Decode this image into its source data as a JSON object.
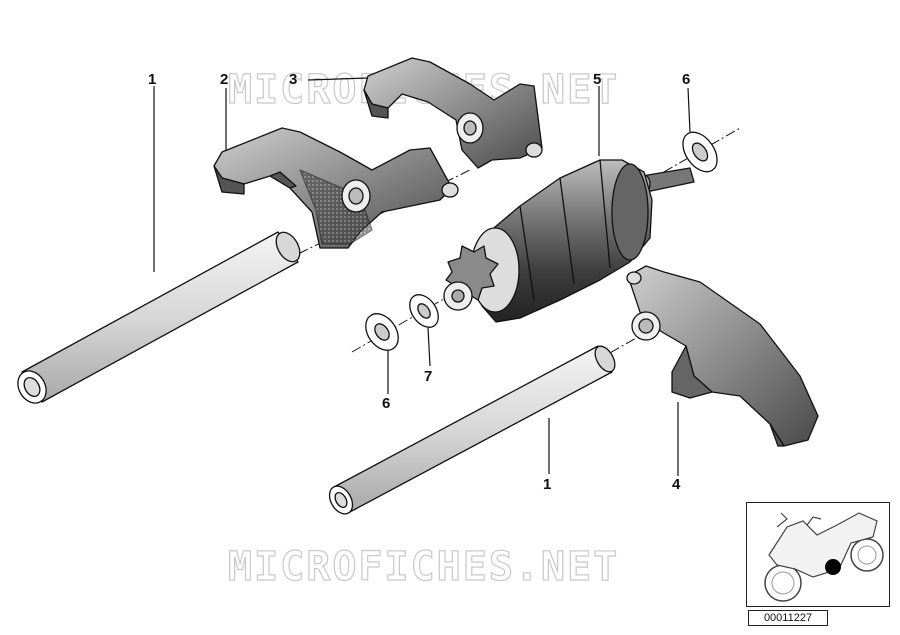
{
  "watermark": {
    "top": "MICROFICHES.NET",
    "bottom": "MICROFICHES.NET"
  },
  "callouts": {
    "shaft_upper": "1",
    "fork_2": "2",
    "fork_3": "3",
    "shift_drum": "5",
    "washer_upper": "6",
    "washer_lower": "6",
    "spacer": "7",
    "shaft_lower": "1",
    "fork_4": "4"
  },
  "diagram_number": "00011227"
}
